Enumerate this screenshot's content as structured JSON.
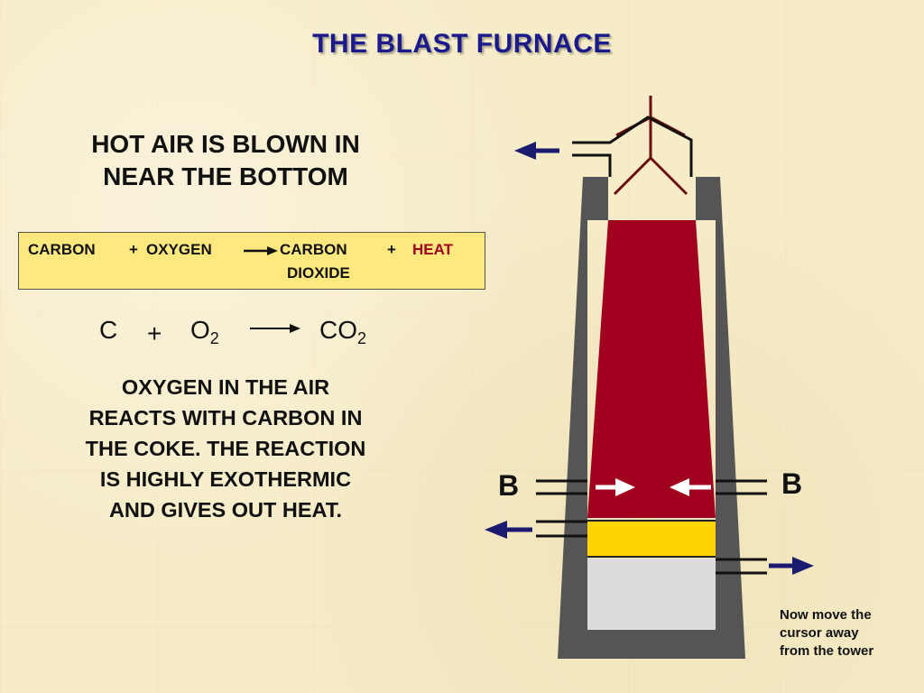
{
  "slide": {
    "title": "THE BLAST FURNACE",
    "heading_line1": "HOT AIR IS BLOWN IN",
    "heading_line2": "NEAR THE BOTTOM"
  },
  "word_equation": {
    "reactant1": "CARBON",
    "plus1": "+",
    "reactant2": "OXYGEN",
    "product_line1": "CARBON",
    "product_line2": "DIOXIDE",
    "plus2": "+",
    "heat": "HEAT",
    "heat_color": "#a0001e"
  },
  "symbol_equation": {
    "carbon": "C",
    "plus": "+",
    "oxygen": "O",
    "oxygen_sub": "2",
    "product": "CO",
    "product_sub": "2"
  },
  "explanation": {
    "line1": "OXYGEN IN THE AIR",
    "line2": "REACTS WITH CARBON IN",
    "line3": "THE COKE. THE REACTION",
    "line4": "IS HIGHLY EXOTHERMIC",
    "line5": "AND GIVES OUT HEAT."
  },
  "furnace": {
    "label_left": "B",
    "label_right": "B",
    "colors": {
      "wall": "#555555",
      "charge": "#a0001e",
      "slag": "#ffd400",
      "iron": "#dcdcdc",
      "arrow": "#1a1a6e",
      "hopper": "#6b0d0d"
    }
  },
  "note": {
    "line1": "Now move the",
    "line2": "cursor away",
    "line3": "from the tower"
  }
}
